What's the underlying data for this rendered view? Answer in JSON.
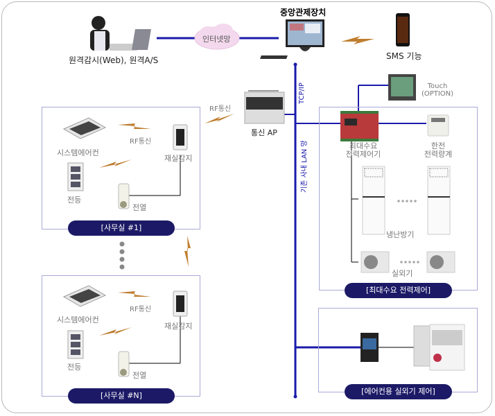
{
  "nodes": {
    "remote_user": {
      "label": "원격감시(Web), 원격A/S"
    },
    "internet": {
      "label": "인터넷망"
    },
    "central": {
      "label": "중앙관제장치"
    },
    "sms": {
      "label": "SMS 기능"
    },
    "touch": {
      "label_line1": "Touch",
      "label_line2": "(OPTION)"
    },
    "ap": {
      "label": "통신 AP"
    },
    "rf_ap": {
      "label": "RF통신"
    },
    "tcpip": {
      "label": "TCP/IP"
    },
    "lan": {
      "label": "기존 사내 LAN 망"
    },
    "demand_controller": {
      "label_line1": "최대수요",
      "label_line2": "전력제어기"
    },
    "kepco_meter": {
      "label_line1": "한전",
      "label_line2": "전력량계"
    },
    "heater_cooler": {
      "label": "냉난방기"
    },
    "outdoor_unit": {
      "label": "실외기"
    }
  },
  "rooms": [
    {
      "title": "[사무실 #1]",
      "aircon": "시스템에어컨",
      "rf": "RF통신",
      "occupancy": "재실감지",
      "light": "전등",
      "heater": "전열"
    },
    {
      "title": "[사무실 #N]",
      "aircon": "시스템에어컨",
      "rf": "RF통신",
      "occupancy": "재실감지",
      "light": "전등",
      "heater": "전열"
    }
  ],
  "groups": {
    "demand": {
      "title": "[최대수요 전력제어]"
    },
    "outdoor": {
      "title": "[에어컨용 실외기 제어]"
    }
  },
  "colors": {
    "link": "#1a1aaa",
    "pill": "#1c1a66",
    "bolt": "#b8701a",
    "box": "#a9a9d6"
  }
}
